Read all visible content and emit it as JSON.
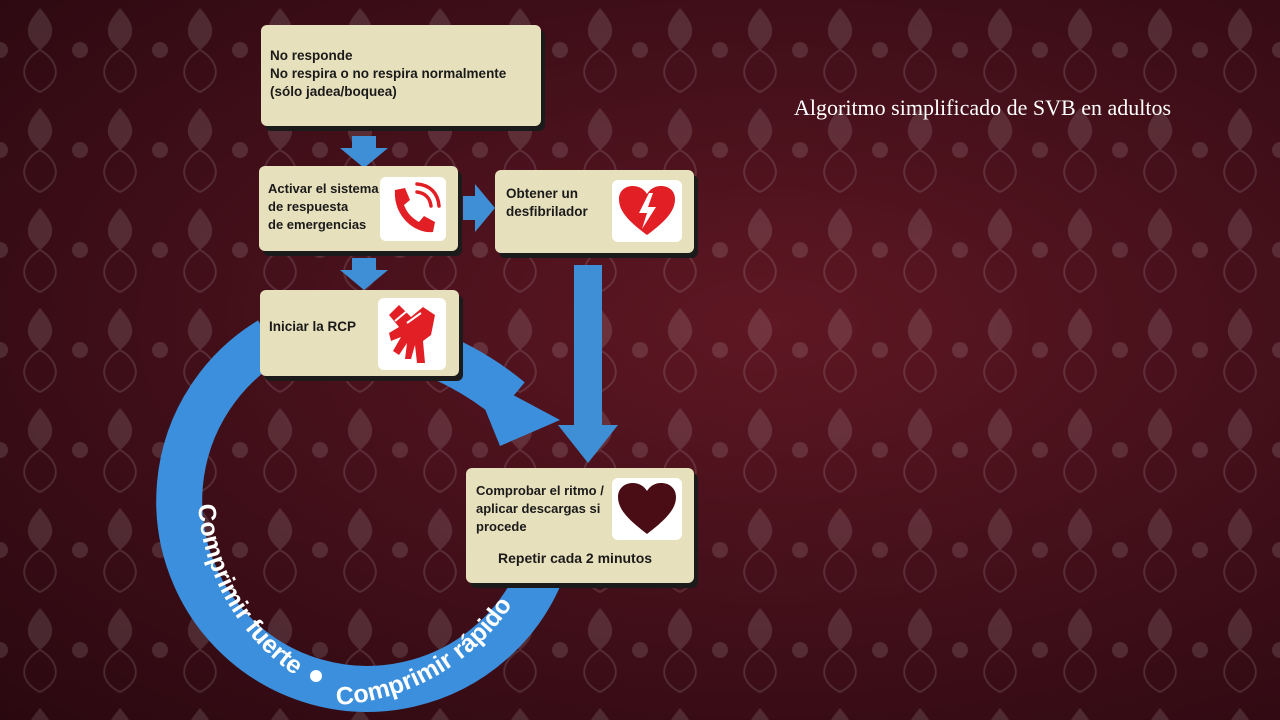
{
  "slide": {
    "title": "Algoritmo simplificado de SVB en adultos"
  },
  "flowchart": {
    "step_no_responde": {
      "lines": [
        "No responde",
        "No respira o no respira normalmente",
        "(sólo jadea/boquea)"
      ]
    },
    "step_activar": {
      "lines": [
        "Activar el sistema",
        "de respuesta",
        "de emergencias"
      ],
      "icon": "phone-icon"
    },
    "step_desfibrilador": {
      "lines": [
        "Obtener un",
        "desfibrilador"
      ],
      "icon": "defibrillator-heart-icon"
    },
    "step_rcp": {
      "lines": [
        "Iniciar la RCP"
      ],
      "icon": "cpr-hands-icon"
    },
    "step_ritmo": {
      "lines": [
        "Comprobar el ritmo /",
        "aplicar descargas si",
        "procede"
      ],
      "repeat": "Repetir cada 2 minutos",
      "icon": "heart-outline-icon"
    },
    "cycle": {
      "left_text": "Comprimir fuerte",
      "separator": "•",
      "right_text": "Comprimir rápido"
    }
  },
  "colors": {
    "box_fill": "#e7e0bc",
    "arrow_blue": "#3f8fd6",
    "cycle_blue": "#3b8fdc",
    "icon_red": "#e31f26"
  }
}
